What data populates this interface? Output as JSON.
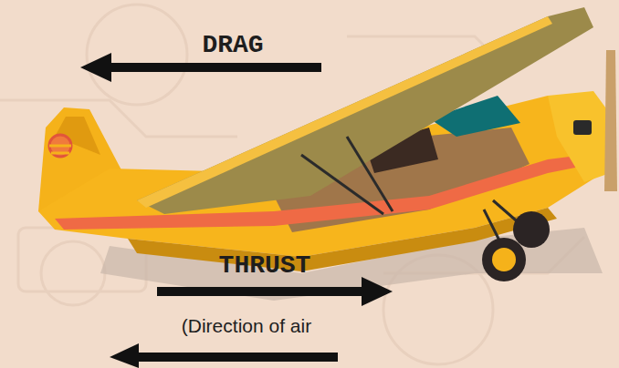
{
  "diagram": {
    "labels": [
      "DRAG",
      "THRUST",
      "(Direction of air"
    ]
  }
}
